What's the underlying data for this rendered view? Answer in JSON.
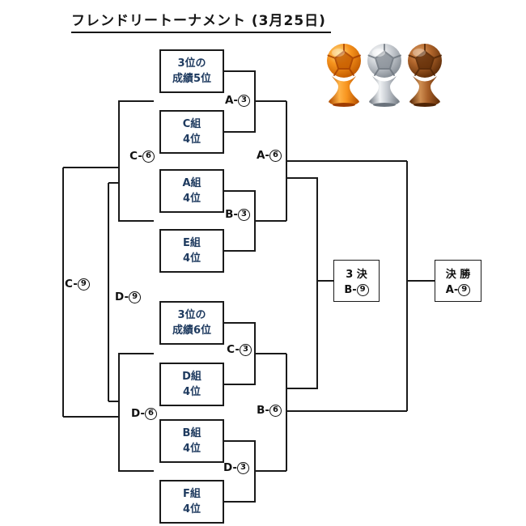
{
  "title": "フレンドリートーナメント (3月25日)",
  "trophies": [
    {
      "name": "gold-trophy",
      "color": "#f7941e"
    },
    {
      "name": "silver-trophy",
      "color": "#c9cdd3"
    },
    {
      "name": "bronze-trophy",
      "color": "#b0652b"
    }
  ],
  "teams": [
    {
      "line1": "3位の",
      "line2": "成績5位"
    },
    {
      "line1": "C組",
      "line2": "4位"
    },
    {
      "line1": "A組",
      "line2": "4位"
    },
    {
      "line1": "E組",
      "line2": "4位"
    },
    {
      "line1": "3位の",
      "line2": "成績6位"
    },
    {
      "line1": "D組",
      "line2": "4位"
    },
    {
      "line1": "B組",
      "line2": "4位"
    },
    {
      "line1": "F組",
      "line2": "4位"
    }
  ],
  "matches": {
    "a3": {
      "prefix": "A-",
      "digit": "3"
    },
    "b3": {
      "prefix": "B-",
      "digit": "3"
    },
    "c3": {
      "prefix": "C-",
      "digit": "3"
    },
    "d3": {
      "prefix": "D-",
      "digit": "3"
    },
    "a6": {
      "prefix": "A-",
      "digit": "6"
    },
    "b6": {
      "prefix": "B-",
      "digit": "6"
    },
    "c6": {
      "prefix": "C-",
      "digit": "6"
    },
    "d6": {
      "prefix": "D-",
      "digit": "6"
    },
    "c9": {
      "prefix": "C-",
      "digit": "9"
    },
    "d9": {
      "prefix": "D-",
      "digit": "9"
    }
  },
  "third_place_box": {
    "title": "3 決",
    "prefix": "B-",
    "digit": "9"
  },
  "final_box": {
    "title": "決 勝",
    "prefix": "A-",
    "digit": "9"
  },
  "colors": {
    "team_text": "#1e3a5f",
    "line": "#1a1a1a"
  }
}
